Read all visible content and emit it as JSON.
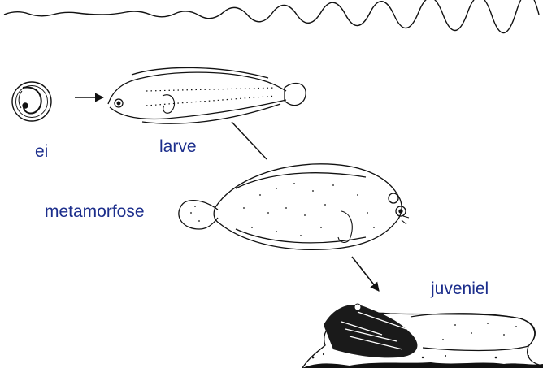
{
  "labels": {
    "egg": "ei",
    "larva": "larve",
    "metamorphosis": "metamorfose",
    "juvenile": "juveniel"
  },
  "colors": {
    "label_text": "#1c2e8c",
    "line_art": "#111111"
  }
}
